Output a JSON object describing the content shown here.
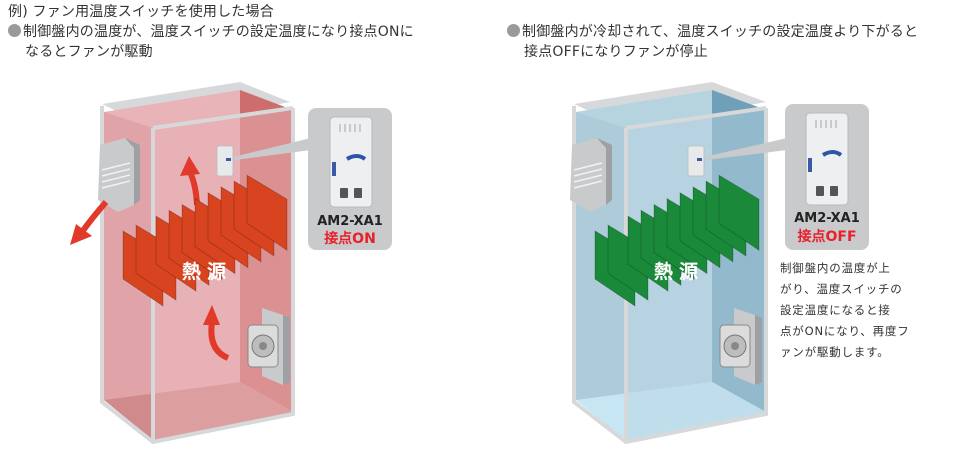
{
  "example_heading": "例) ファン用温度スイッチを使用した場合",
  "left_panel": {
    "caption_line1": "制御盤内の温度が、温度スイッチの設定温度になり接点ONに",
    "caption_line2": "なるとファンが駆動",
    "heat_source_label": "熱源",
    "switch_model": "AM2-XA1",
    "switch_state": "接点ON",
    "theme": {
      "back_wall": "#e8b4b8",
      "right_wall": "#cd6e6c",
      "floor": "#d08a8b",
      "fins": "#d8441f",
      "arrow": "#e23a2a"
    }
  },
  "right_panel": {
    "caption_line1": "制御盤内が冷却されて、温度スイッチの設定温度より下がると",
    "caption_line2": "接点OFFになりファンが停止",
    "heat_source_label": "熱源",
    "switch_model": "AM2-XA1",
    "switch_state": "接点OFF",
    "note_lines": [
      "制御盤内の温度が上",
      "がり、温度スイッチの",
      "設定温度になると接",
      "点がONになり、再度フ",
      "ァンが駆動します。"
    ],
    "theme": {
      "back_wall": "#b6d3e0",
      "right_wall": "#6f9fb9",
      "floor": "#c6e6f3",
      "fins": "#1a8a3a"
    }
  },
  "colors": {
    "state_red": "#e8202a",
    "frame": "#d7d8da",
    "callout_bg": "#c9cacc"
  }
}
